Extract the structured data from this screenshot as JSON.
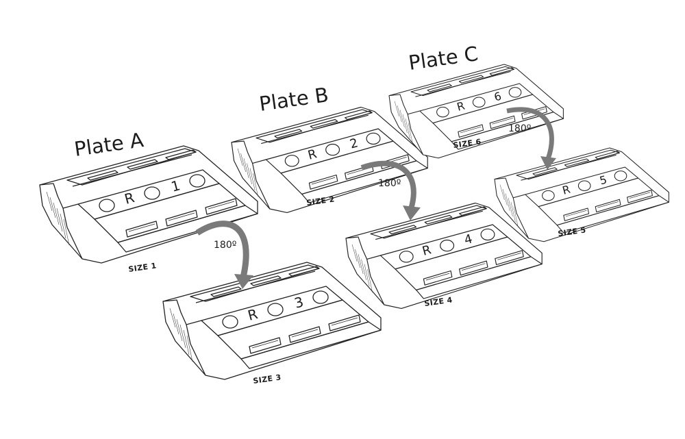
{
  "diagram": {
    "groups": [
      {
        "title": "Plate A"
      },
      {
        "title": "Plate B"
      },
      {
        "title": "Plate C"
      }
    ],
    "plates": [
      {
        "engraving": [
          "R",
          "1"
        ],
        "size_label": "SIZE 1"
      },
      {
        "engraving": [
          "R",
          "2"
        ],
        "size_label": "SIZE 2"
      },
      {
        "engraving": [
          "R",
          "6"
        ],
        "size_label": "SIZE 6"
      },
      {
        "engraving": [
          "R",
          "3"
        ],
        "size_label": "SIZE 3"
      },
      {
        "engraving": [
          "R",
          "4"
        ],
        "size_label": "SIZE 4"
      },
      {
        "engraving": [
          "R",
          "5"
        ],
        "size_label": "SIZE 5"
      }
    ],
    "rotations": [
      {
        "label": "180º"
      },
      {
        "label": "180º"
      },
      {
        "label": "180º"
      }
    ],
    "colors": {
      "line": "#222222",
      "arrow": "#7a7a7a",
      "background": "#ffffff"
    }
  }
}
